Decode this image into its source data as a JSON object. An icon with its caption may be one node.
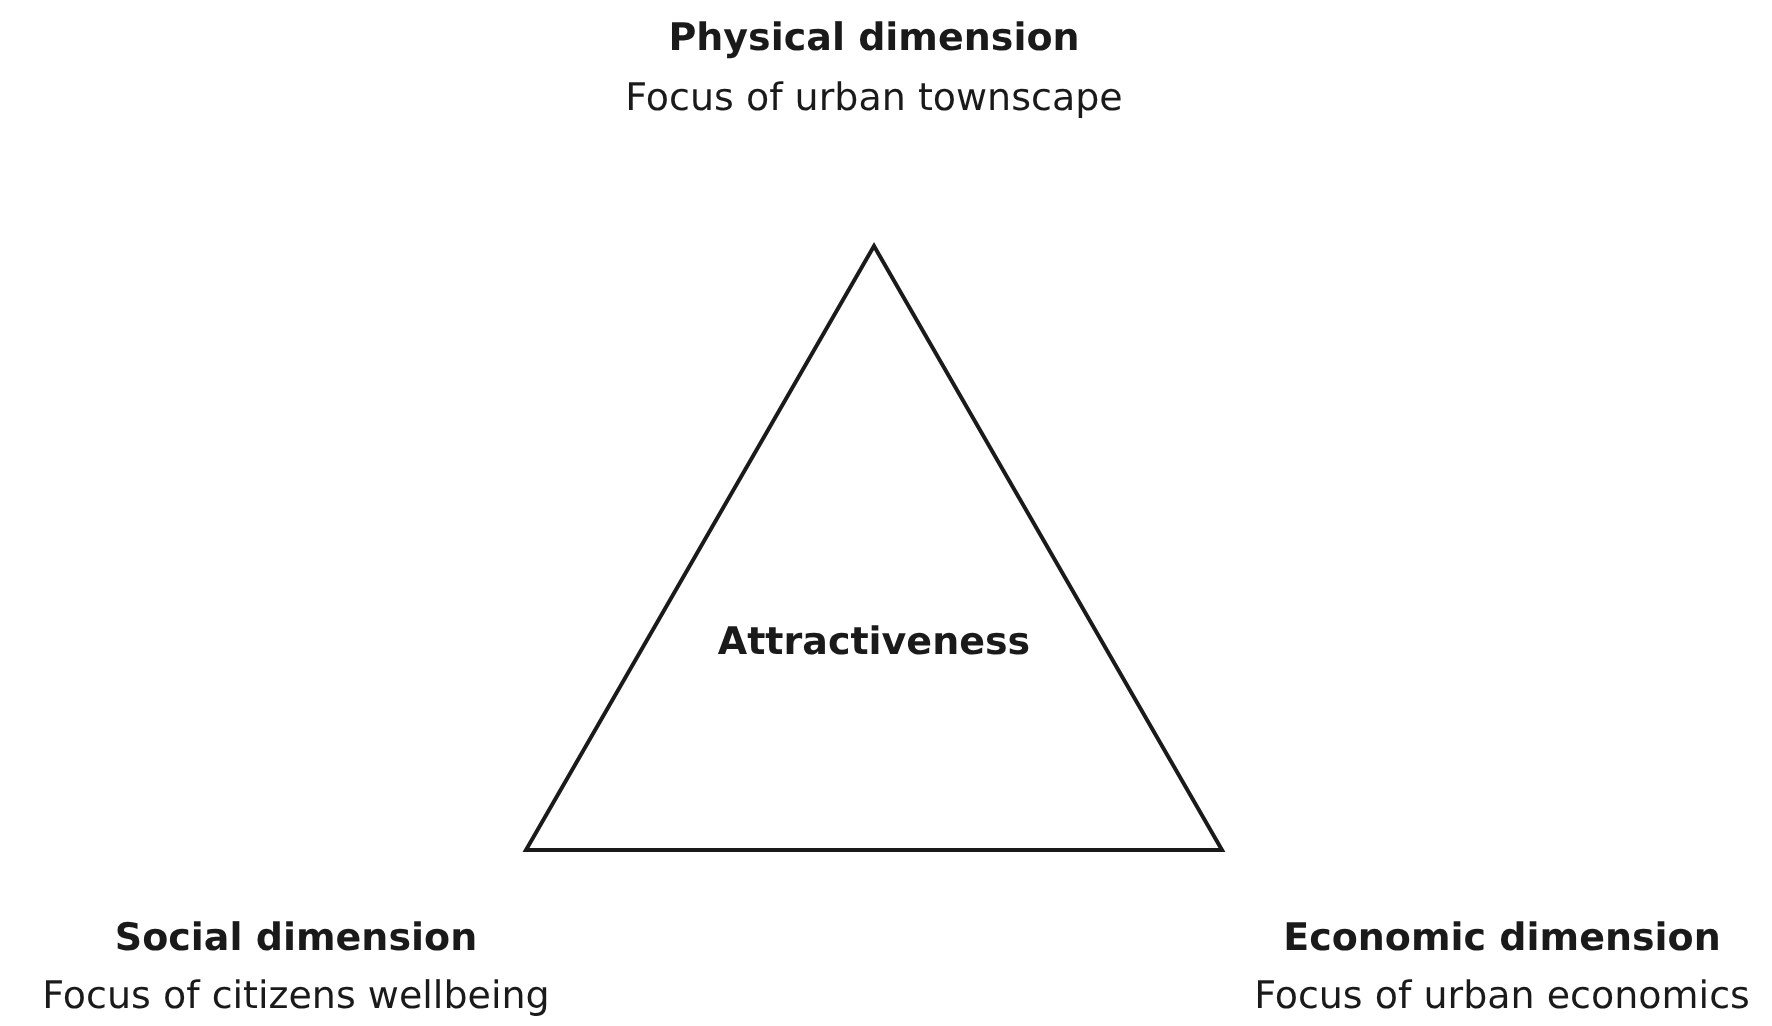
{
  "diagram": {
    "nodes": [
      {
        "text": [
          "Attractiveness"
        ]
      }
    ],
    "labels": [
      "Physical dimension",
      "Focus of urban townscape",
      "Social dimension",
      "Focus of citizens wellbeing",
      "Economic dimension",
      "Focus of urban economics"
    ]
  }
}
